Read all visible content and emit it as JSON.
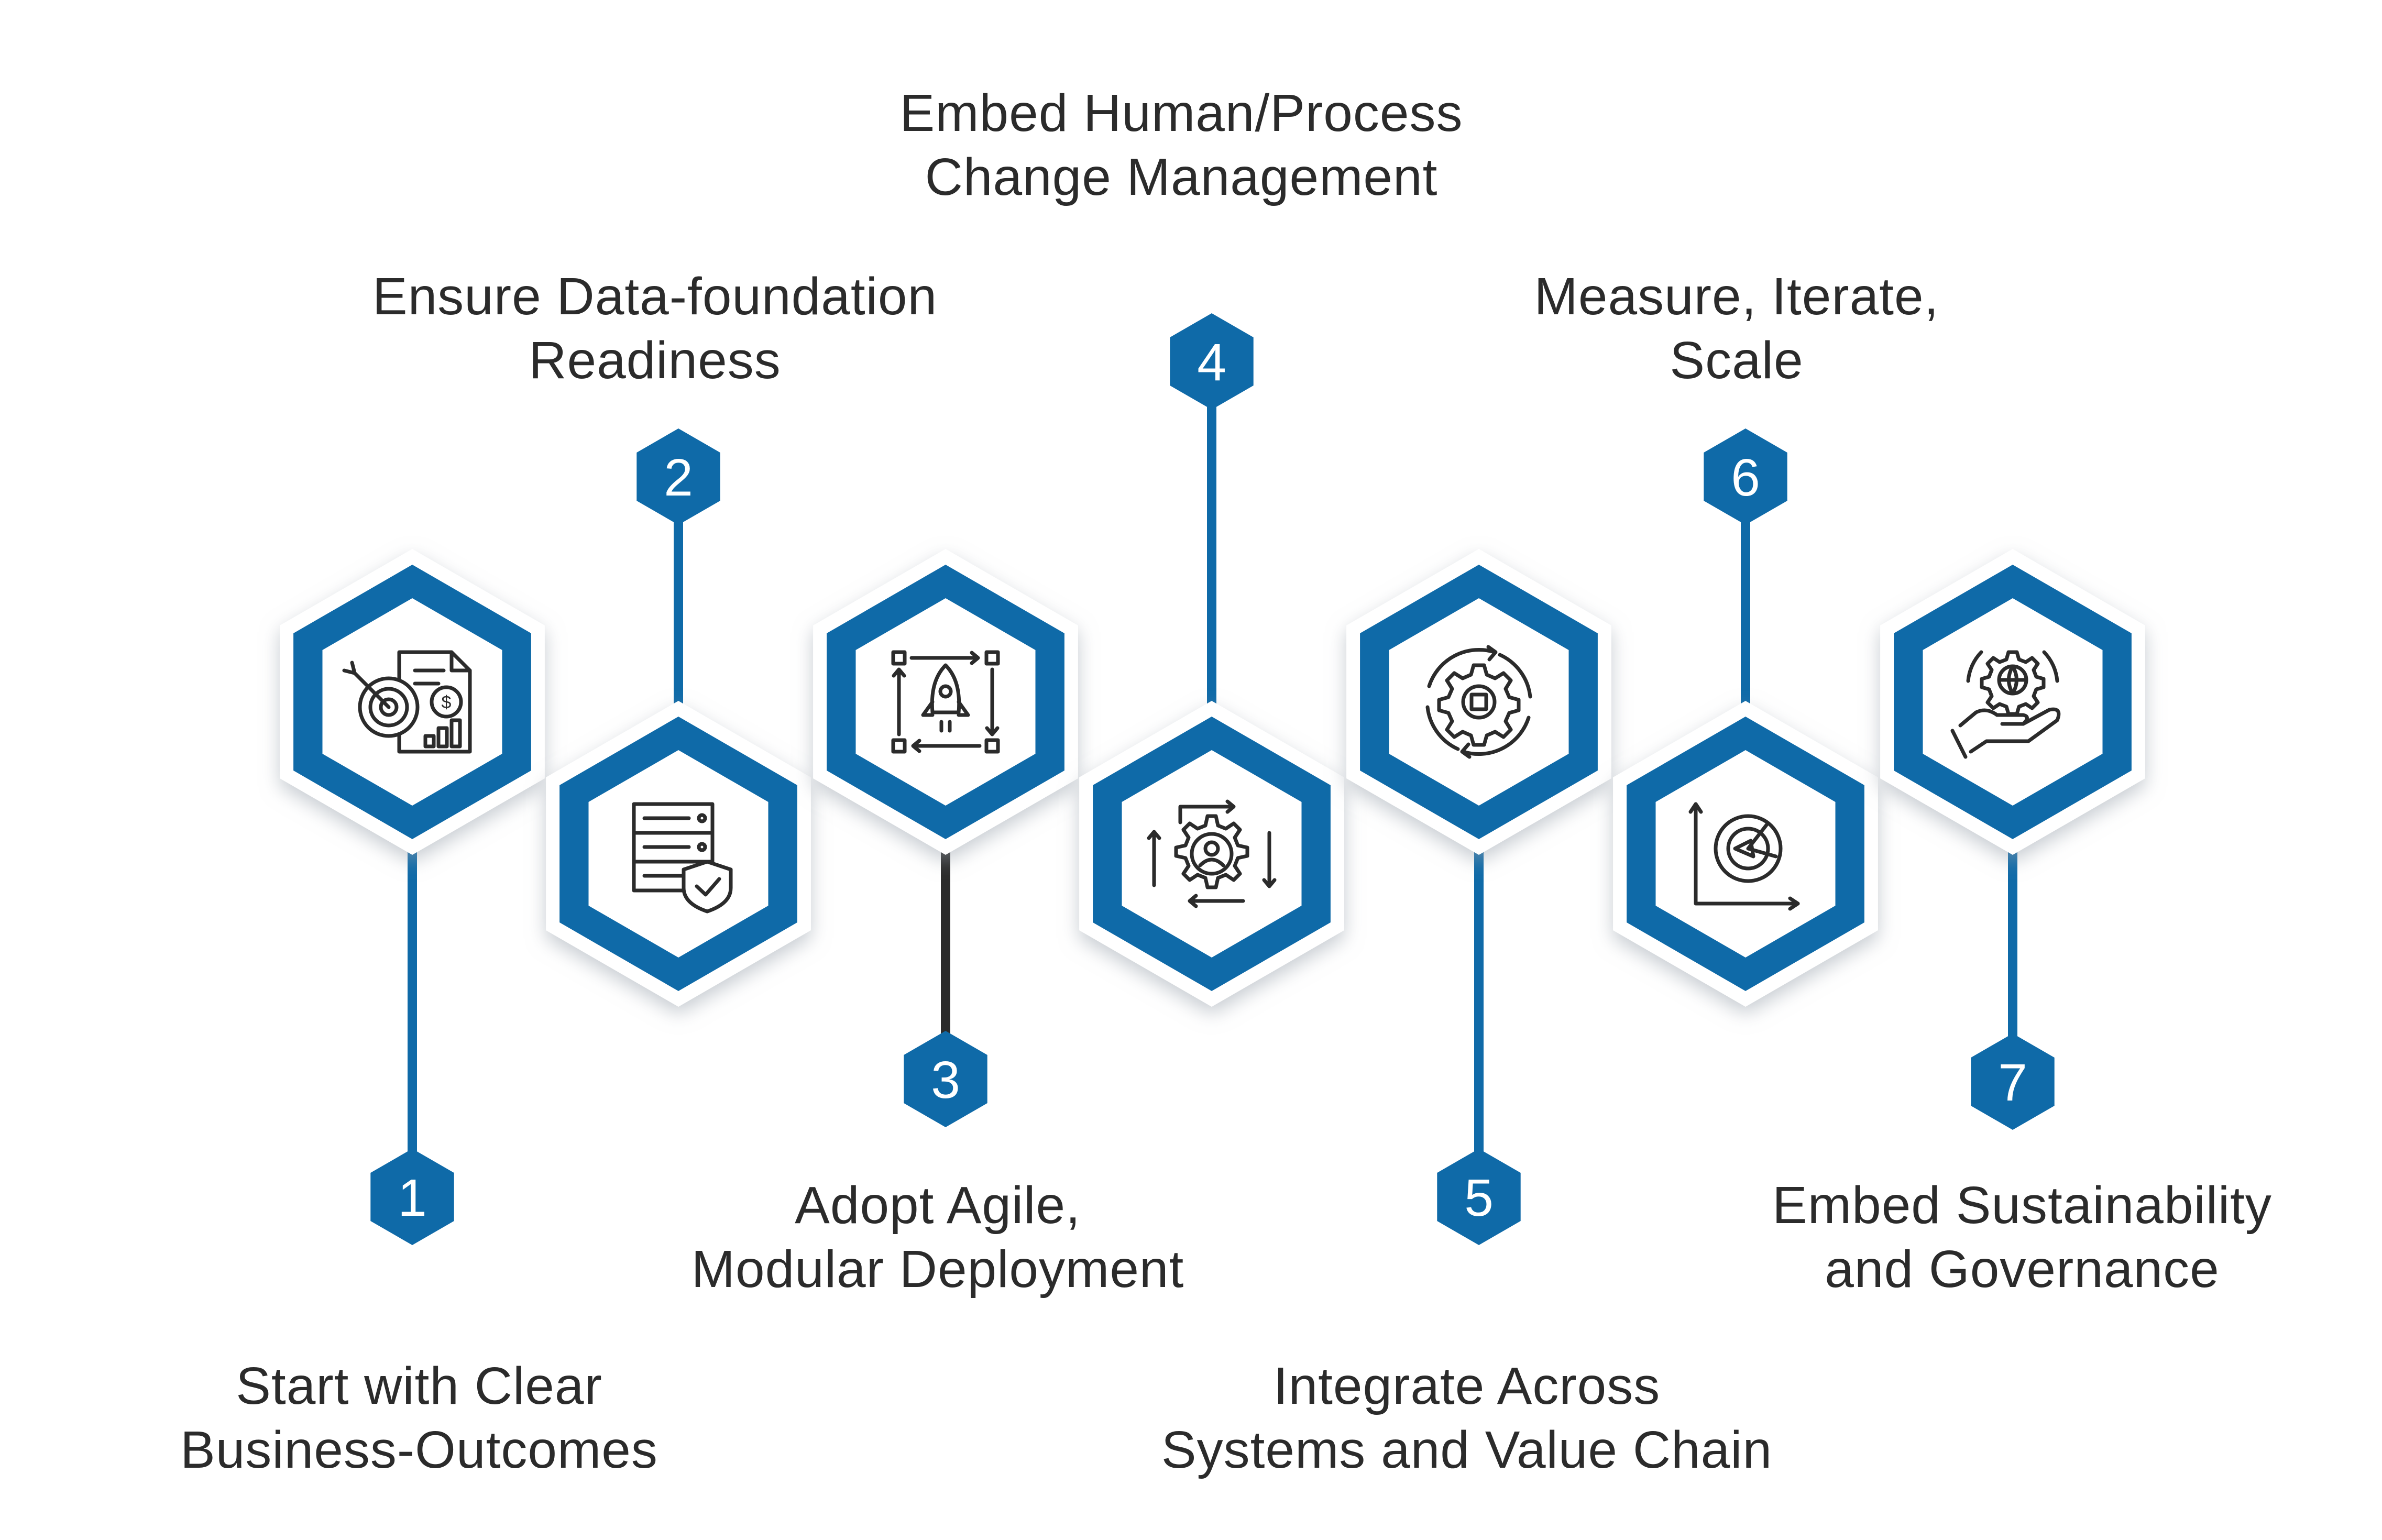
{
  "colors": {
    "primary": "#0f6aa8",
    "dark_stem": "#2b2b2b",
    "text": "#2b2b2b",
    "hex_shadow": "#d3d8de"
  },
  "steps": [
    {
      "number": "1",
      "line1": "Start with Clear",
      "line2": "Business-Outcomes",
      "icon": "target-report-icon"
    },
    {
      "number": "2",
      "line1": "Ensure Data-foundation",
      "line2": "Readiness",
      "icon": "server-shield-icon"
    },
    {
      "number": "3",
      "line1": "Adopt Agile,",
      "line2": "Modular Deployment",
      "icon": "rocket-workflow-icon"
    },
    {
      "number": "4",
      "line1": "Embed Human/Process",
      "line2": "Change Management",
      "icon": "gear-people-icon"
    },
    {
      "number": "5",
      "line1": "Integrate Across",
      "line2": "Systems and Value Chain",
      "icon": "gear-cycle-icon"
    },
    {
      "number": "6",
      "line1": "Measure, Iterate,",
      "line2": "Scale",
      "icon": "pie-chart-axis-icon"
    },
    {
      "number": "7",
      "line1": "Embed Sustainability",
      "line2": "and Governance",
      "icon": "hand-globe-gear-icon"
    }
  ]
}
